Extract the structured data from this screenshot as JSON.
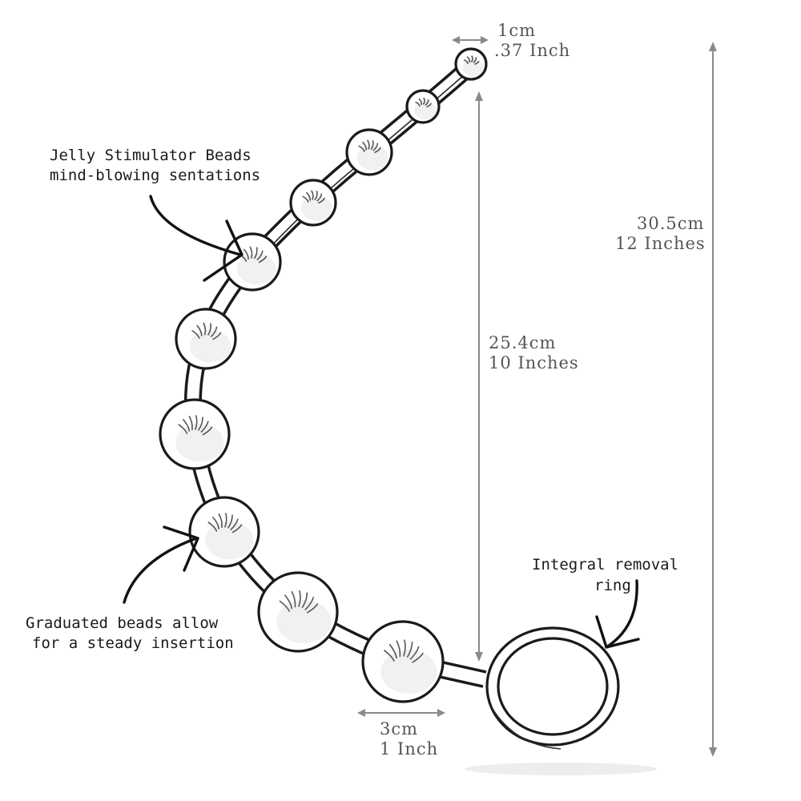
{
  "labels": {
    "tip_width_cm": "1cm",
    "tip_width_in": ".37 Inch",
    "total_length_cm": "30.5cm",
    "total_length_in": "12 Inches",
    "bead_length_cm": "25.4cm",
    "bead_length_in": "10 Inches",
    "base_width_cm": "3cm",
    "base_width_in": "1 Inch"
  },
  "callouts": {
    "stimulator_line1": "Jelly Stimulator Beads",
    "stimulator_line2": "mind-blowing sentations",
    "graduated_line1": "Graduated beads allow",
    "graduated_line2": "for a steady insertion",
    "ring_line1": "Integral removal",
    "ring_line2": "ring"
  }
}
